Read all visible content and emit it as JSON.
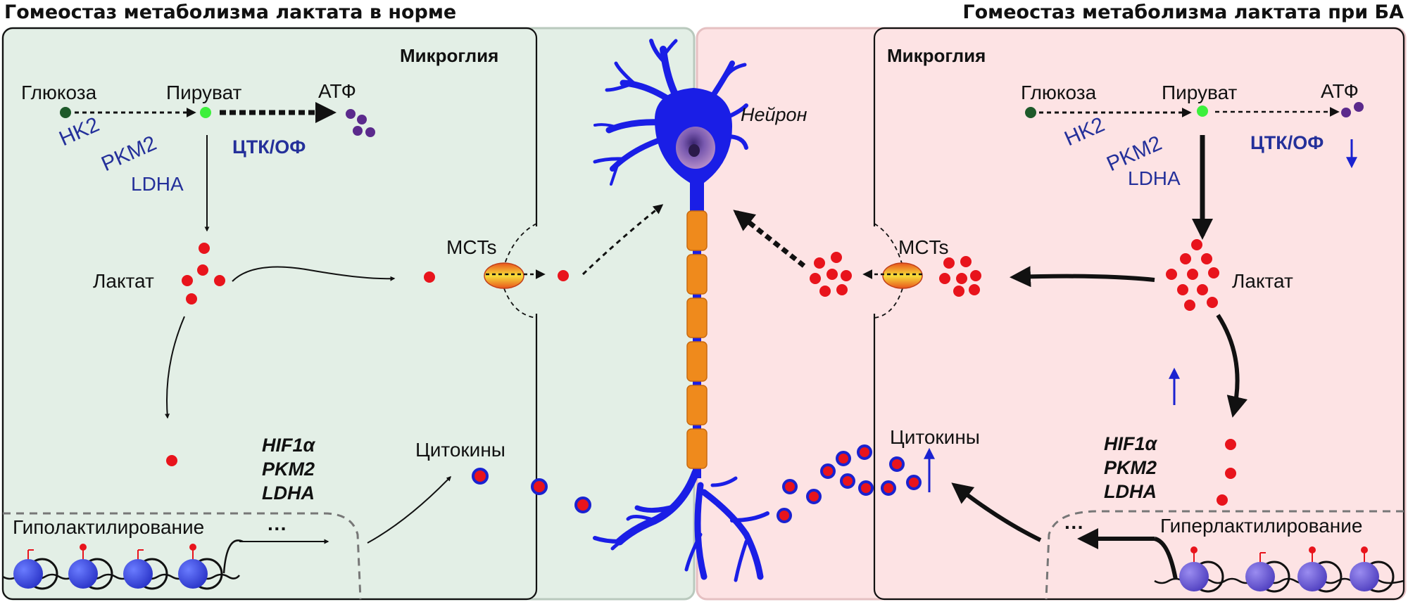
{
  "headers": {
    "left": "Гомеостаз метаболизма лактата в норме",
    "right": "Гомеостаз метаболизма лактата при БА"
  },
  "neuron": {
    "label": "Нейрон"
  },
  "normal": {
    "cell_label": "Микроглия",
    "glucose": "Глюкоза",
    "pyruvate": "Пируват",
    "atp": "АТФ",
    "hk2": "HK2",
    "pkm2": "PKM2",
    "tca": "ЦТК/ОФ",
    "ldha": "LDHA",
    "lactate": "Лактат",
    "mcts": "MCTs",
    "cytokines": "Цитокины",
    "genes": [
      "HIF1α",
      "PKM2",
      "LDHA"
    ],
    "ellipsis": "···",
    "lactylation": "Гиполактилирование"
  },
  "disease": {
    "cell_label": "Микроглия",
    "glucose": "Глюкоза",
    "pyruvate": "Пируват",
    "atp": "АТФ",
    "hk2": "HK2",
    "pkm2": "PKM2",
    "tca": "ЦТК/ОФ",
    "ldha": "LDHA",
    "lactate": "Лактат",
    "mcts": "MCTs",
    "cytokines": "Цитокины",
    "genes": [
      "HIF1α",
      "PKM2",
      "LDHA"
    ],
    "ellipsis": "···",
    "lactylation": "Гиперлактилирование"
  },
  "colors": {
    "normal_bg": "#e3efe6",
    "disease_bg": "#fde3e4",
    "neuron": "#1a1ee6",
    "myelin": "#ef8a1c",
    "lactate": "#e8141c",
    "pyruvate": "#3cf03c",
    "glucose": "#1e5a2a",
    "atp": "#5b2a8c",
    "enzyme_text": "#24309a",
    "arrow_blue": "#1a22d0"
  }
}
